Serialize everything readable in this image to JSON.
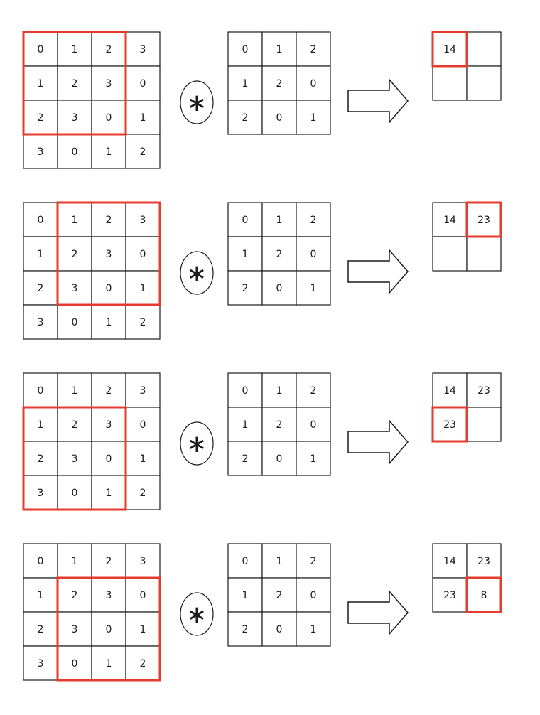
{
  "operator_symbol": "∗",
  "input_matrix": [
    [
      "0",
      "1",
      "2",
      "3"
    ],
    [
      "1",
      "2",
      "3",
      "0"
    ],
    [
      "2",
      "3",
      "0",
      "1"
    ],
    [
      "3",
      "0",
      "1",
      "2"
    ]
  ],
  "kernel_matrix": [
    [
      "0",
      "1",
      "2"
    ],
    [
      "1",
      "2",
      "0"
    ],
    [
      "2",
      "0",
      "1"
    ]
  ],
  "colors": {
    "grid_line": "#1a1a1a",
    "highlight": "#e53b2e",
    "text": "#1a1a1a"
  },
  "steps": [
    {
      "window_row": 0,
      "window_col": 0,
      "output": [
        [
          "14",
          ""
        ],
        [
          "",
          ""
        ]
      ],
      "highlight_cell": [
        0,
        0
      ]
    },
    {
      "window_row": 0,
      "window_col": 1,
      "output": [
        [
          "14",
          "23"
        ],
        [
          "",
          ""
        ]
      ],
      "highlight_cell": [
        0,
        1
      ]
    },
    {
      "window_row": 1,
      "window_col": 0,
      "output": [
        [
          "14",
          "23"
        ],
        [
          "23",
          ""
        ]
      ],
      "highlight_cell": [
        1,
        0
      ]
    },
    {
      "window_row": 1,
      "window_col": 1,
      "output": [
        [
          "14",
          "23"
        ],
        [
          "23",
          "8"
        ]
      ],
      "highlight_cell": [
        1,
        1
      ]
    }
  ]
}
